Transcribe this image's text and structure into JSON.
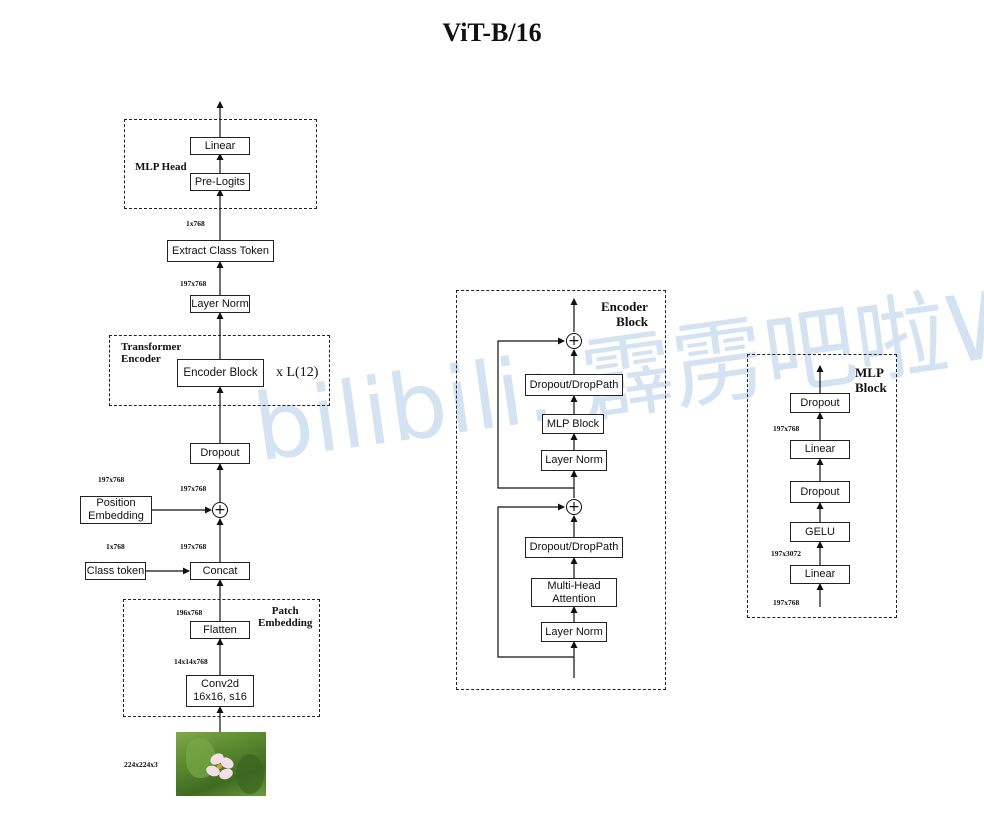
{
  "title": "ViT-B/16",
  "watermark": "bilibili: 霹雳吧啦W",
  "input_label": "224x224x3",
  "main": {
    "linear": "Linear",
    "pre_logits": "Pre-Logits",
    "mlp_head": "MLP Head",
    "extract_class_token": "Extract Class Token",
    "layer_norm": "Layer Norm",
    "transformer_encoder": "Transformer\nEncoder",
    "encoder_block": "Encoder Block",
    "repeat": "x L(12)",
    "dropout": "Dropout",
    "position_embedding": "Position\nEmbedding",
    "class_token": "Class token",
    "concat": "Concat",
    "patch_embedding": "Patch\nEmbedding",
    "flatten": "Flatten",
    "conv2d": "Conv2d\n16x16, s16",
    "dims": {
      "d_1x768_top": "1x768",
      "d_197x768_ln": "197x768",
      "d_197x768_pos": "197x768",
      "d_197x768_drop": "197x768",
      "d_1x768_cls": "1x768",
      "d_197x768_concat": "197x768",
      "d_196x768": "196x768",
      "d_14x14x768": "14x14x768"
    }
  },
  "encoder_block": {
    "label": "Encoder\nBlock",
    "dropout_droppath_top": "Dropout/DropPath",
    "mlp_block": "MLP Block",
    "layer_norm_top": "Layer Norm",
    "dropout_droppath_bottom": "Dropout/DropPath",
    "multi_head_attention": "Multi-Head\nAttention",
    "layer_norm_bottom": "Layer Norm"
  },
  "mlp_block": {
    "label": "MLP\nBlock",
    "dropout_top": "Dropout",
    "linear_top": "Linear",
    "dropout_mid": "Dropout",
    "gelu": "GELU",
    "linear_bottom": "Linear",
    "dims": {
      "d_197x768_top": "197x768",
      "d_197x3072": "197x3072",
      "d_197x768_bottom": "197x768"
    }
  }
}
